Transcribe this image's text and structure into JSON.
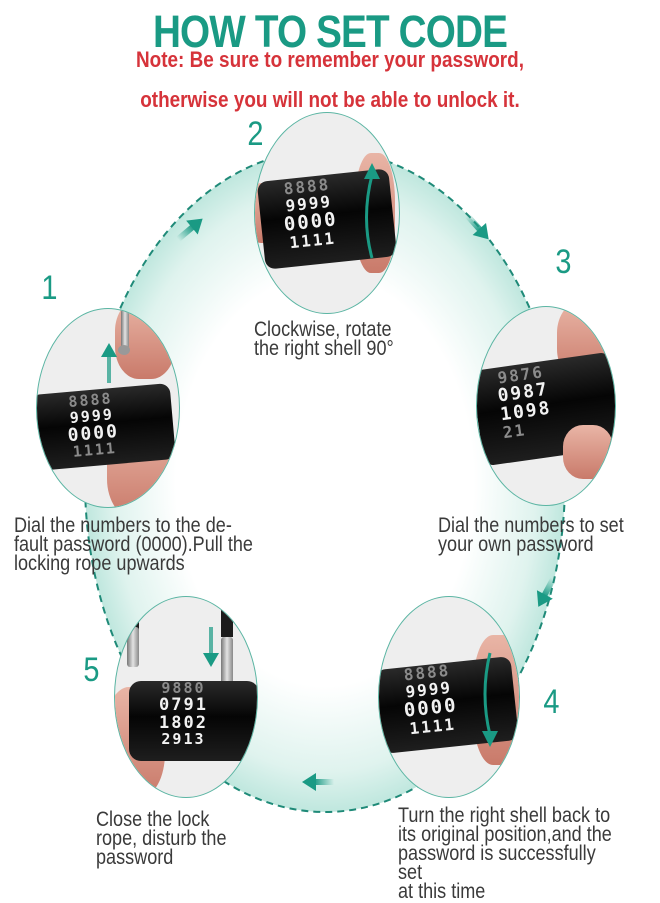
{
  "header": {
    "title": "HOW TO SET CODE",
    "note_line1": "Note: Be sure to remember your password,",
    "note_line2": "otherwise you will not be able to unlock it."
  },
  "colors": {
    "accent_teal": "#1a9a84",
    "note_red": "#d6333a",
    "caption_gray": "#3a3a3a"
  },
  "steps": [
    {
      "number": "1",
      "caption": "Dial the numbers to the de-\nfault password (0000).Pull the\nlocking rope upwards",
      "dial_rows": [
        "8888",
        "9999",
        "0000",
        "1111"
      ],
      "arrow": "up-arrow"
    },
    {
      "number": "2",
      "caption": "Clockwise, rotate\nthe right shell 90°",
      "dial_rows": [
        "8888",
        "9999",
        "0000",
        "1111"
      ],
      "arrow": "rotate-up-arrow"
    },
    {
      "number": "3",
      "caption": "Dial the numbers to set\nyour own password",
      "dial_rows": [
        "9876",
        "0987",
        "1098",
        "21"
      ],
      "arrow": ""
    },
    {
      "number": "4",
      "caption": "Turn the right shell back to\nits original position,and the\npassword is successfully set\nat this time",
      "dial_rows": [
        "8888",
        "9999",
        "0000",
        "1111"
      ],
      "arrow": "rotate-down-arrow"
    },
    {
      "number": "5",
      "caption": "Close the lock\nrope, disturb the\npassword",
      "dial_rows": [
        "9880",
        "0791",
        "1802",
        "2913"
      ],
      "arrow": "down-arrow"
    }
  ],
  "flow_arrows": [
    "arrow-1-to-2",
    "arrow-2-to-3",
    "arrow-3-to-4",
    "arrow-4-to-5"
  ]
}
